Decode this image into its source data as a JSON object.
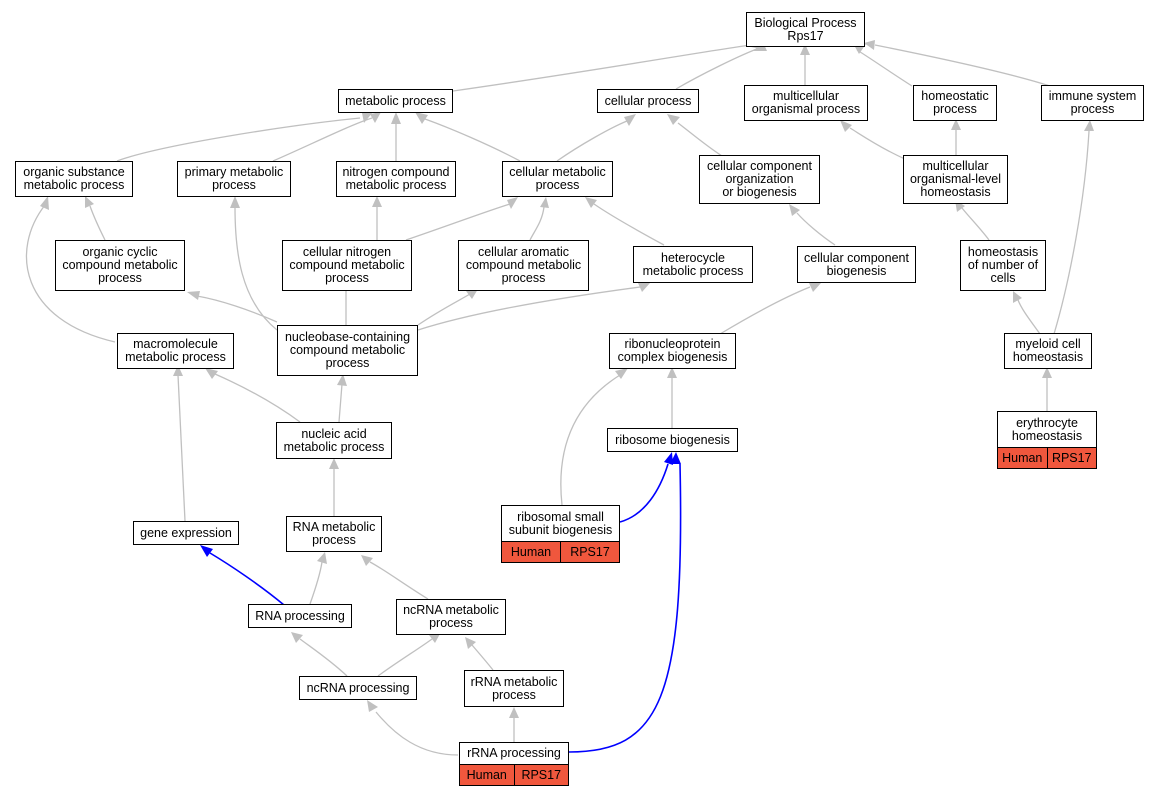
{
  "nodes": {
    "root": "Biological Process\nRps17",
    "metabolic_process": "metabolic process",
    "cellular_process": "cellular process",
    "multicellular_organismal_process": "multicellular\norganismal process",
    "homeostatic_process": "homeostatic\nprocess",
    "immune_system_process": "immune system\nprocess",
    "organic_substance_metabolic_process": "organic substance\nmetabolic process",
    "primary_metabolic_process": "primary metabolic\nprocess",
    "nitrogen_compound_metabolic_process": "nitrogen compound\nmetabolic process",
    "cellular_metabolic_process": "cellular metabolic\nprocess",
    "cellular_component_organization": "cellular component\norganization\nor biogenesis",
    "multicellular_organismal_level_homeostasis": "multicellular\norganismal-level\nhomeostasis",
    "organic_cyclic_compound_metabolic_process": "organic cyclic\ncompound metabolic\nprocess",
    "cellular_nitrogen_compound_metabolic_process": "cellular nitrogen\ncompound metabolic\nprocess",
    "cellular_aromatic_compound_metabolic_process": "cellular aromatic\ncompound metabolic\nprocess",
    "heterocycle_metabolic_process": "heterocycle\nmetabolic process",
    "cellular_component_biogenesis": "cellular component\nbiogenesis",
    "homeostasis_of_number_of_cells": "homeostasis\nof number of\ncells",
    "macromolecule_metabolic_process": "macromolecule\nmetabolic process",
    "nucleobase_containing_compound_metabolic_process": "nucleobase-containing\ncompound metabolic\nprocess",
    "ribonucleoprotein_complex_biogenesis": "ribonucleoprotein\ncomplex biogenesis",
    "myeloid_cell_homeostasis": "myeloid cell\nhomeostasis",
    "nucleic_acid_metabolic_process": "nucleic acid\nmetabolic process",
    "ribosome_biogenesis": "ribosome biogenesis",
    "erythrocyte_homeostasis": "erythrocyte\nhomeostasis",
    "ribosomal_small_subunit_biogenesis": "ribosomal small\nsubunit biogenesis",
    "gene_expression": "gene expression",
    "rna_metabolic_process": "RNA metabolic\nprocess",
    "rna_processing": "RNA processing",
    "ncrna_metabolic_process": "ncRNA metabolic\nprocess",
    "ncrna_processing": "ncRNA processing",
    "rrna_metabolic_process": "rRNA metabolic\nprocess",
    "rrna_processing": "rRNA processing"
  },
  "annotations": {
    "erythrocyte_homeostasis": {
      "species": "Human",
      "gene": "RPS17"
    },
    "ribosomal_small_subunit_biogenesis": {
      "species": "Human",
      "gene": "RPS17"
    },
    "rrna_processing": {
      "species": "Human",
      "gene": "RPS17"
    }
  },
  "colors": {
    "edge_gray": "#c0c0c0",
    "edge_blue": "#0000ff",
    "annotation_fill": "#f0573d"
  }
}
